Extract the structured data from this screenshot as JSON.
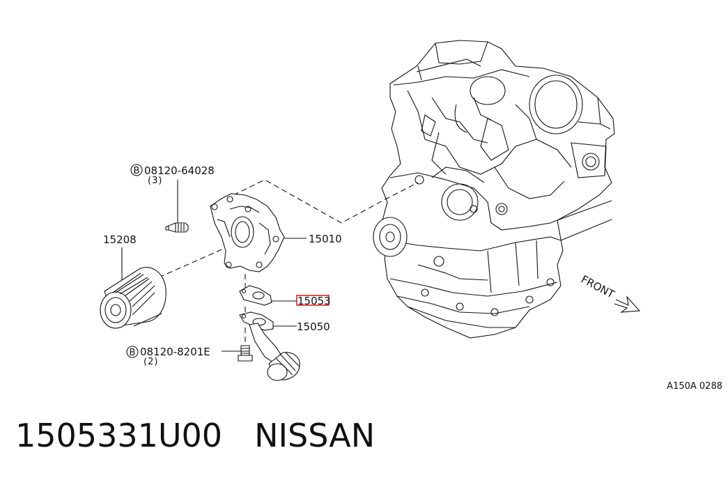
{
  "diagram": {
    "callouts": {
      "bolt_top": "08120-64028",
      "bolt_top_qty": "(3)",
      "bolt_bottom": "08120-8201E",
      "bolt_bottom_qty": "(2)",
      "bolt_symbol": "B",
      "oil_filter": "15208",
      "oil_pump": "15010",
      "gasket": "15053",
      "strainer": "15050"
    },
    "front_label": "FRONT",
    "figure_code": "A150A 0288",
    "highlighted_callout": "15053",
    "highlight_color": "#e02020"
  },
  "caption": {
    "part_number": "1505331U00",
    "brand": "NISSAN"
  }
}
